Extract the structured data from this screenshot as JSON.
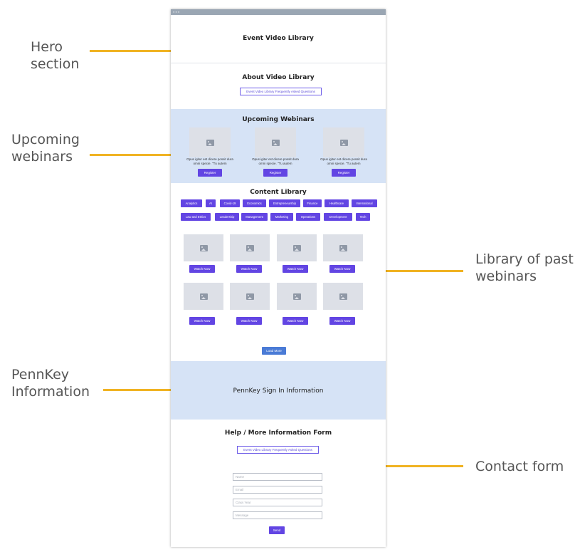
{
  "callouts": {
    "hero": "Hero section",
    "upcoming": "Upcoming webinars",
    "library": "Library of past webinars",
    "pennkey": "PennKey Information",
    "contact": "Contact form"
  },
  "colors": {
    "accent": "#6245e3",
    "section_bg": "#d6e3f6",
    "arrow": "#f0b323",
    "load_more": "#4a7bd6"
  },
  "hero": {
    "title": "Event Video Library"
  },
  "about": {
    "title": "About Video Library",
    "faq_button": "Event Video Library Frequently Asked Questions"
  },
  "upcoming": {
    "title": "Upcoming Webinars",
    "items": [
      {
        "text": "Opus igitur est dicere possit dura omni specie. \"Tu autem",
        "button": "Register",
        "image_icon": "image-icon"
      },
      {
        "text": "Opus igitur est dicere possit dura omni specie. \"Tu autem",
        "button": "Register",
        "image_icon": "image-icon"
      },
      {
        "text": "Opus igitur est dicere possit dura omni specie. \"Tu autem",
        "button": "Register",
        "image_icon": "image-icon"
      }
    ]
  },
  "library": {
    "title": "Content Library",
    "tags_row1": [
      "Analytics",
      "AI",
      "Covid-19",
      "Economics",
      "Entrepreneurship",
      "Finance",
      "Healthcare",
      "International"
    ],
    "tags_row2": [
      "Law and Ethics",
      "Leadership",
      "Management",
      "Marketing",
      "Operations",
      "Development",
      "Tech"
    ],
    "watch_label": "Watch Now",
    "load_more": "Load More"
  },
  "pennkey": {
    "title": "PennKey Sign In Information"
  },
  "contact": {
    "title": "Help / More Information Form",
    "faq_button": "Event Video Library Frequently Asked Questions",
    "fields": {
      "name": "Name",
      "email": "Email",
      "class_year": "Class Year",
      "message": "Message"
    },
    "send": "Send"
  }
}
